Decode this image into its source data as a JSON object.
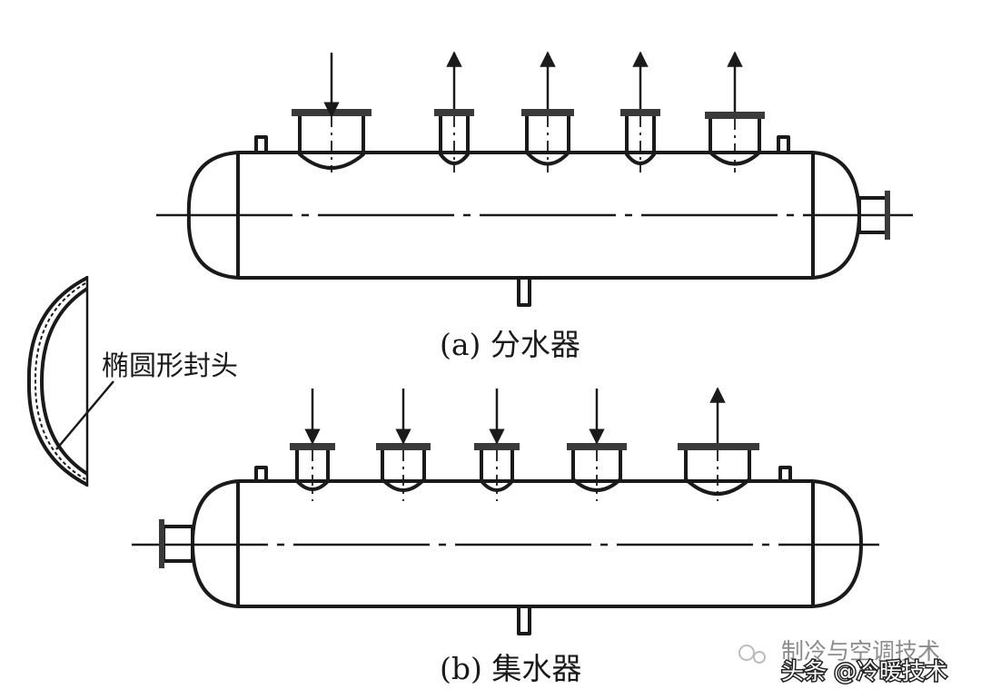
{
  "diagram": {
    "caption_a": "(a) 分水器",
    "caption_b": "(b) 集水器",
    "head_label": "椭圆形封头"
  },
  "watermark": {
    "top_text": "制冷与空调技术",
    "bottom_text": "头条 @冷暖技术"
  }
}
